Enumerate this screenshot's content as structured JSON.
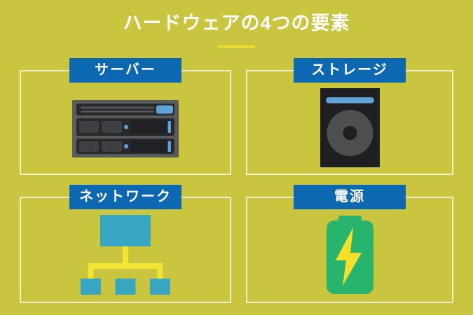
{
  "title": {
    "text": "ハードウェアの4つの要素"
  },
  "theme": {
    "background": "#c9c53e",
    "header_blue": "#0c68b0",
    "title_color": "#ffffff",
    "underline_yellow": "#f0e32b",
    "panel_border": "rgba(255,255,255,0.72)"
  },
  "panels": [
    {
      "key": "server",
      "label": "サーバー",
      "icon": "server-rack-icon"
    },
    {
      "key": "storage",
      "label": "ストレージ",
      "icon": "hard-disk-icon"
    },
    {
      "key": "network",
      "label": "ネットワーク",
      "icon": "network-tree-icon"
    },
    {
      "key": "power",
      "label": "電源",
      "icon": "battery-icon"
    }
  ],
  "icon_colors": {
    "server_frame": "#5a5b5d",
    "server_row": "#28292c",
    "server_slot": "#3f4043",
    "server_accent_blue": "#5ea4d9",
    "storage_body": "#1e1f22",
    "storage_platter": "#4c4e50",
    "storage_bar_blue": "#5ea4d9",
    "network_node_teal": "#38a5c3",
    "network_link_yellow": "#f2e435",
    "battery_green": "#28b46c",
    "bolt_yellow": "#f6e02a"
  }
}
